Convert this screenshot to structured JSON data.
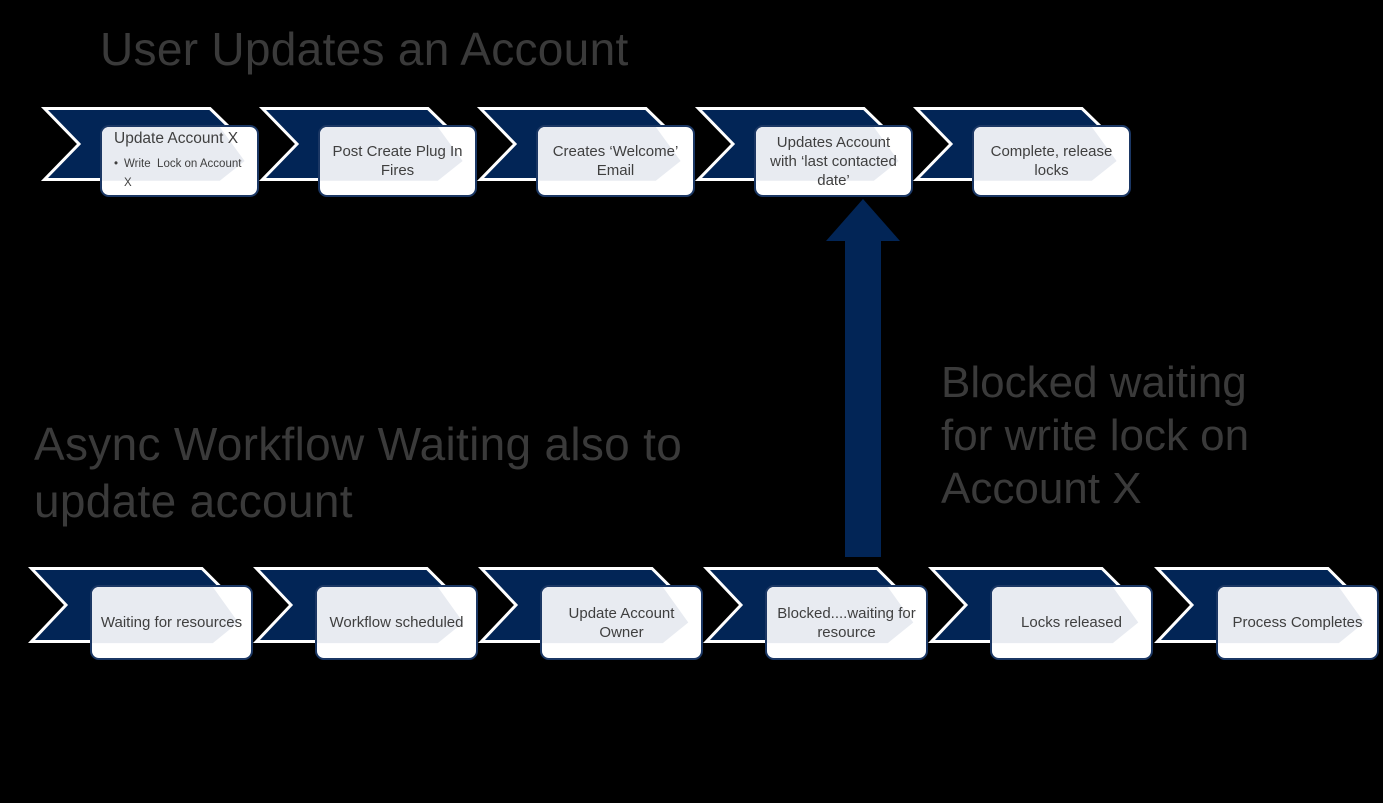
{
  "colors": {
    "bg": "#000000",
    "navy": "#022556",
    "box_border": "#1b3764",
    "box_bg": "#ffffff",
    "box_inner": "#e8ebf1",
    "title_gray": "#3a3a3a",
    "text_dark": "#3f3f3f"
  },
  "glyphs": {
    "bullet": "•"
  },
  "section_top": {
    "title": "User Updates an Account",
    "steps": [
      {
        "title": "Update Account X",
        "bullet": "Write  Lock on Account X"
      },
      {
        "label": "Post Create Plug In Fires"
      },
      {
        "label": "Creates ‘Welcome’ Email"
      },
      {
        "label": "Updates Account with ‘last contacted date’"
      },
      {
        "label": "Complete, release locks"
      }
    ]
  },
  "section_bottom": {
    "title_line1": "Async Workflow Waiting also to",
    "title_line2": "update account",
    "steps": [
      {
        "label": "Waiting for resources"
      },
      {
        "label": "Workflow scheduled"
      },
      {
        "label": "Update Account Owner"
      },
      {
        "label": "Blocked....waiting for resource"
      },
      {
        "label": "Locks released"
      },
      {
        "label": "Process Completes"
      }
    ]
  },
  "annotation": {
    "lines": [
      "Blocked waiting",
      "for write lock on",
      "Account X"
    ]
  }
}
